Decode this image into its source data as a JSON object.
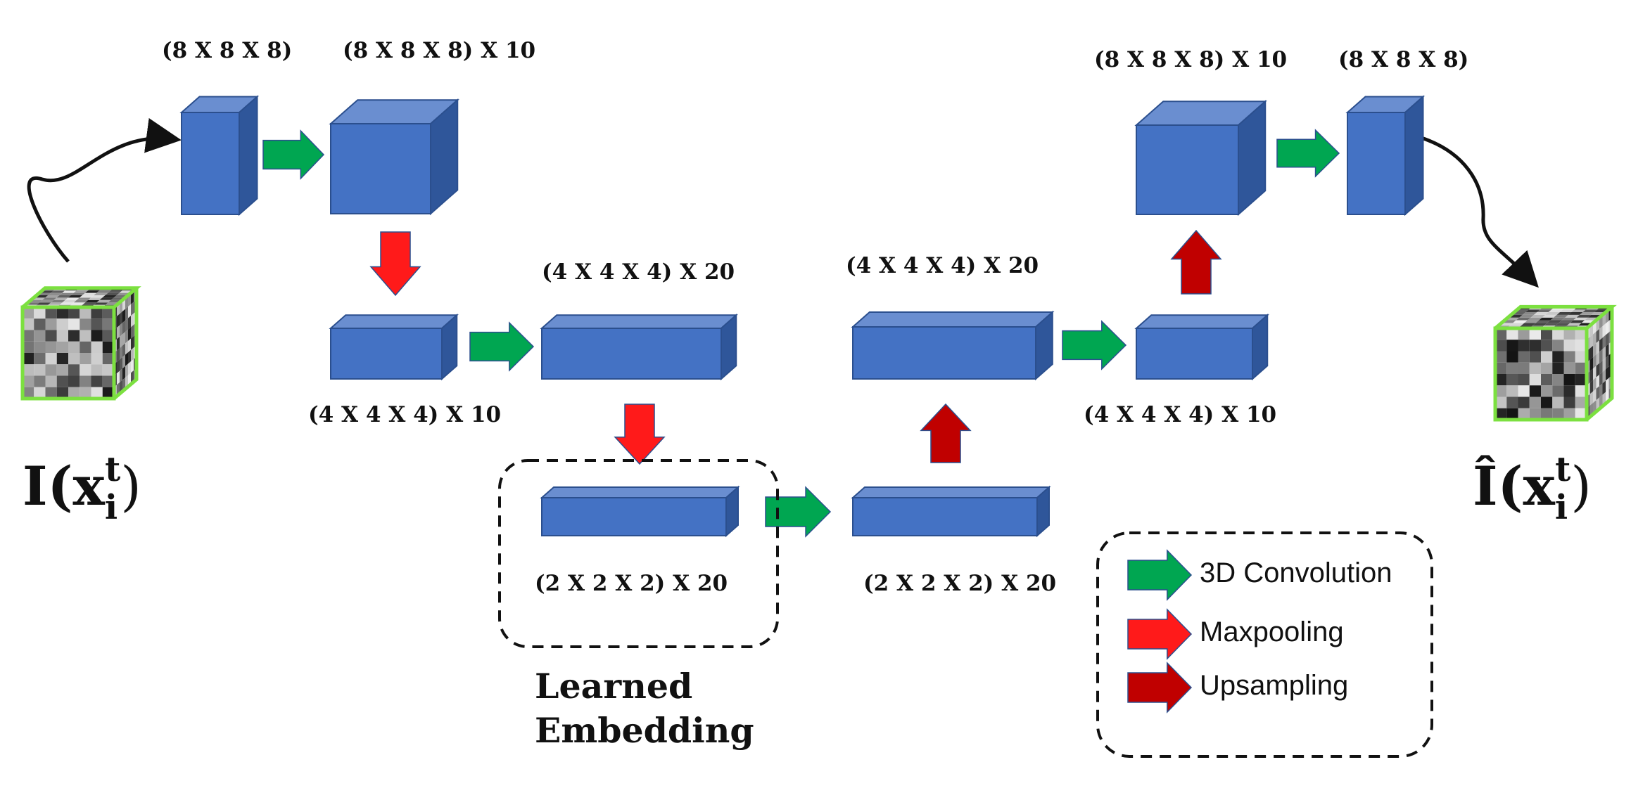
{
  "colors": {
    "block_front": "#4472C4",
    "block_top": "#6A8ED0",
    "block_side": "#2F569A",
    "block_stroke": "#2B4F8E",
    "conv_arrow": "#00A651",
    "maxpool_arrow": "#FF1A1A",
    "upsample_arrow": "#C00000",
    "patch_border": "#7CE040"
  },
  "labels": {
    "enc1_in": "(8 X 8 X 8)",
    "enc1_out": "(8 X 8 X 8) X 10",
    "enc2_in": "(4 X 4 X 4) X 10",
    "enc2_out": "(4 X 4 X 4) X 20",
    "bottleneck": "(2 X 2 X 2) X 20",
    "dec_bottom": "(2 X 2 X 2) X 20",
    "dec2_in": "(4 X 4 X 4) X 20",
    "dec2_out": "(4 X 4 X 4) X 10",
    "dec1_in": "(8 X 8 X 8) X 10",
    "dec1_out": "(8 X 8 X 8)"
  },
  "embedding_caption": [
    "Learned",
    "Embedding"
  ],
  "input_symbol": {
    "main": "I(x",
    "sub": "i",
    "sup": "t",
    "close": ")"
  },
  "output_symbol": {
    "main": "Î(x",
    "sub": "i",
    "sup": "t",
    "close": ")"
  },
  "legend": [
    {
      "label": "3D Convolution",
      "color": "conv"
    },
    {
      "label": "Maxpooling",
      "color": "maxpool"
    },
    {
      "label": "Upsampling",
      "color": "upsample"
    }
  ]
}
